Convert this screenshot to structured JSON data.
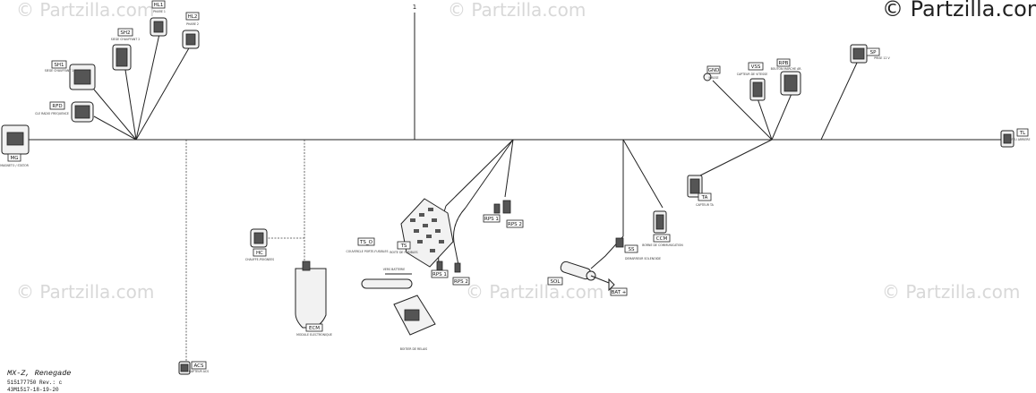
{
  "watermarks": {
    "brand": "© Partzilla.com",
    "corner": "© Partzilla.com"
  },
  "ref_number": "1",
  "caption": {
    "title": "MX-Z, Renegade",
    "part_rev": "515177750 Rev.: c",
    "code": "43M1517-18-19-20"
  },
  "labels": {
    "HL1": "HL1",
    "HL2": "HL2",
    "SH2": "SH2",
    "SH1": "SH1",
    "RFD": "RFD",
    "MG": "MG",
    "HC": "HC",
    "ECM": "ECM",
    "ACS": "ACS",
    "TS": "TS",
    "TS_O": "TS_O",
    "RPS1": "RPS 1",
    "RPS2": "RPS 2",
    "RPS1b": "RPS 1",
    "RPS2b": "RPS 2",
    "SS": "SS",
    "BAT": "BAT +",
    "SOL": "SOL",
    "CCM": "CCM",
    "TA": "TA",
    "GND": "GND",
    "VSS": "VSS",
    "RPB": "RPB",
    "SP": "SP",
    "TL": "TL"
  }
}
